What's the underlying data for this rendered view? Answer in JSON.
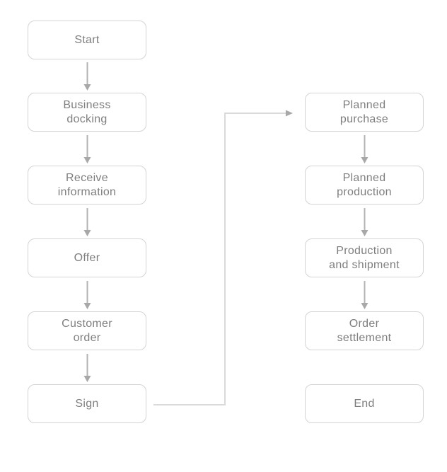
{
  "diagram": {
    "type": "flowchart",
    "left_column": {
      "nodes": [
        {
          "id": "start",
          "label": "Start"
        },
        {
          "id": "business-docking",
          "label": "Business\ndocking"
        },
        {
          "id": "receive-information",
          "label": "Receive\ninformation"
        },
        {
          "id": "offer",
          "label": "Offer"
        },
        {
          "id": "customer-order",
          "label": "Customer\norder"
        },
        {
          "id": "sign",
          "label": "Sign"
        }
      ]
    },
    "right_column": {
      "nodes": [
        {
          "id": "planned-purchase",
          "label": "Planned\npurchase"
        },
        {
          "id": "planned-production",
          "label": "Planned\nproduction"
        },
        {
          "id": "production-and-shipment",
          "label": "Production\nand shipment"
        },
        {
          "id": "order-settlement",
          "label": "Order\nsettlement"
        },
        {
          "id": "end",
          "label": "End"
        }
      ]
    },
    "edges": [
      {
        "from": "start",
        "to": "business-docking",
        "style": "straight-arrow"
      },
      {
        "from": "business-docking",
        "to": "receive-information",
        "style": "straight-arrow"
      },
      {
        "from": "receive-information",
        "to": "offer",
        "style": "straight-arrow"
      },
      {
        "from": "offer",
        "to": "customer-order",
        "style": "straight-arrow"
      },
      {
        "from": "customer-order",
        "to": "sign",
        "style": "straight-arrow"
      },
      {
        "from": "sign",
        "to": "planned-purchase",
        "style": "elbow-arrow"
      },
      {
        "from": "planned-purchase",
        "to": "planned-production",
        "style": "straight-arrow"
      },
      {
        "from": "planned-production",
        "to": "production-and-shipment",
        "style": "straight-arrow"
      },
      {
        "from": "production-and-shipment",
        "to": "order-settlement",
        "style": "straight-arrow"
      }
    ],
    "colors": {
      "background": "#ffffff",
      "node_border": "#d4d4d4",
      "node_text": "#7e7e7e",
      "arrow_line": "#b3b3b3",
      "arrow_head": "#a8a8a8",
      "connector_line": "#dadada"
    }
  }
}
